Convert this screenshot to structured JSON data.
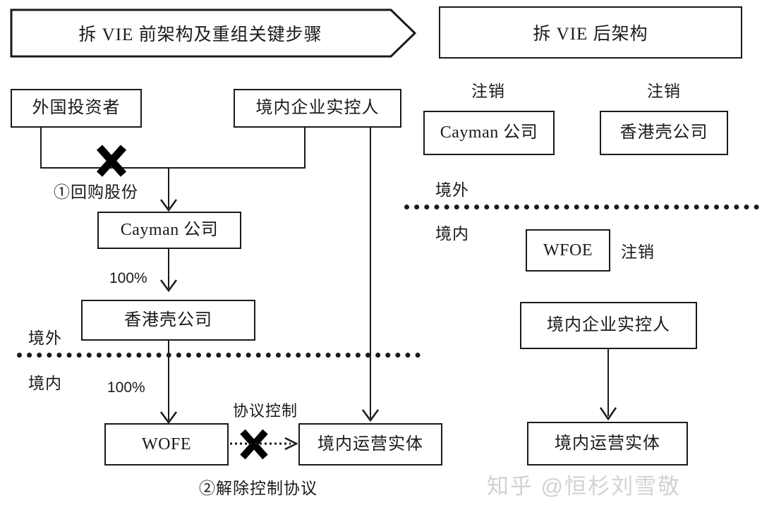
{
  "headers": {
    "left_banner": "拆 VIE 前架构及重组关键步骤",
    "right_banner": "拆 VIE 后架构"
  },
  "left_panel": {
    "boxes": {
      "foreign_investor": "外国投资者",
      "domestic_controller": "境内企业实控人",
      "cayman": "Cayman 公司",
      "hk_shell": "香港壳公司",
      "wofe": "WOFE",
      "domestic_opco": "境内运营实体"
    },
    "labels": {
      "step1": "①回购股份",
      "step2": "②解除控制协议",
      "pct_cayman_to_hk": "100%",
      "pct_hk_to_wofe": "100%",
      "vie_agreement": "协议控制",
      "offshore": "境外",
      "onshore": "境内"
    }
  },
  "right_panel": {
    "boxes": {
      "cayman": "Cayman 公司",
      "hk_shell": "香港壳公司",
      "wfoe": "WFOE",
      "domestic_controller": "境内企业实控人",
      "domestic_opco": "境内运营实体"
    },
    "labels": {
      "cancel_cayman": "注销",
      "cancel_hk": "注销",
      "cancel_wfoe": "注销",
      "offshore": "境外",
      "onshore": "境内"
    }
  },
  "watermark": "知乎 @恒杉刘雪敬",
  "colors": {
    "stroke": "#1a1a1a",
    "background": "#ffffff",
    "watermark": "#d2d2d2"
  }
}
